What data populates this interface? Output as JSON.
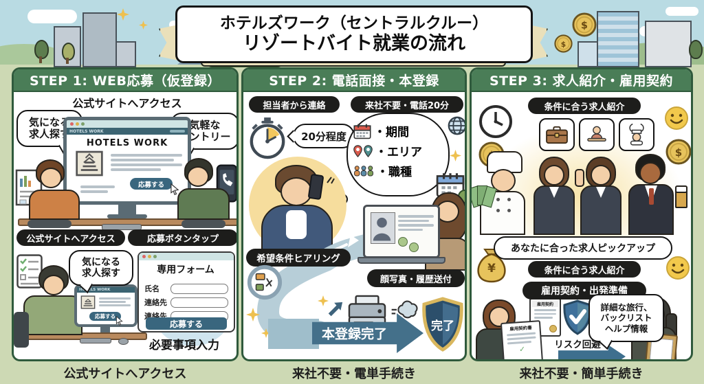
{
  "banner": {
    "line1": "ホテルズワーク（セントラルクルー）",
    "line2": "リゾートバイト就業の流れ"
  },
  "colors": {
    "header_green": "#4a7d57",
    "panel_border": "#2f5a3c",
    "background_green": "#cdd9b4",
    "sky_blue": "#b9dbe3",
    "pill_black": "#1d1d1b",
    "button_teal": "#39667e",
    "arrow_teal": "#44708a",
    "gold": "#e7c35c",
    "shield_navy": "#2c4f6b"
  },
  "step1": {
    "header": "STEP 1: WEB応募（仮登録）",
    "caption_top": "公式サイトへアクセス",
    "bubble_find": "気になる\n求人探す",
    "bubble_entry": "気軽な\nエントリー",
    "browser_logo": "HOTELS WORK",
    "site_heading": "HOTELS WORK",
    "apply_button": "応募する",
    "pill_access": "公式サイトへアクセス",
    "pill_tap": "応募ボタンタップ",
    "bubble_find2": "気になる\n求人探す",
    "mini_site_heading": "HOTELS WORK",
    "mini_apply_button": "応募する",
    "form_title": "専用フォーム",
    "form_fields": [
      "氏名",
      "連絡先",
      "連絡先"
    ],
    "form_button": "応募する",
    "caption_form": "必要事項入力",
    "footer": "公式サイトへアクセス"
  },
  "step2": {
    "header": "STEP 2: 電話面接・本登録",
    "pill_contact": "担当者から連絡",
    "pill_phone": "来社不要・電話20分",
    "bubble_time": "20分程度",
    "think_items": [
      "・期間",
      "・エリア",
      "・職種"
    ],
    "pill_hearing": "希望条件ヒアリング",
    "pill_photo": "顔写真・履歴送付",
    "arrow_label": "本登録完了",
    "shield_label": "完了",
    "footer": "来社不要・電単手続き"
  },
  "step3": {
    "header": "STEP 3: 求人紹介・雇用契約",
    "pill_intro": "条件に合う求人紹介",
    "pill_pickup": "あなたに合った求人ピックアップ",
    "pill_intro2": "条件に合う求人紹介",
    "pill_prepare": "雇用契約・出発準備",
    "doc_contract": "雇用契約",
    "doc_contract_paper": "雇用契約書",
    "risk": "リスク回避",
    "bubble_info": "詳細な旅行、\nバックリスト\nヘルプ情報",
    "coin_symbol": "$",
    "bag_symbol": "¥",
    "footer": "来社不要・簡単手続き"
  }
}
